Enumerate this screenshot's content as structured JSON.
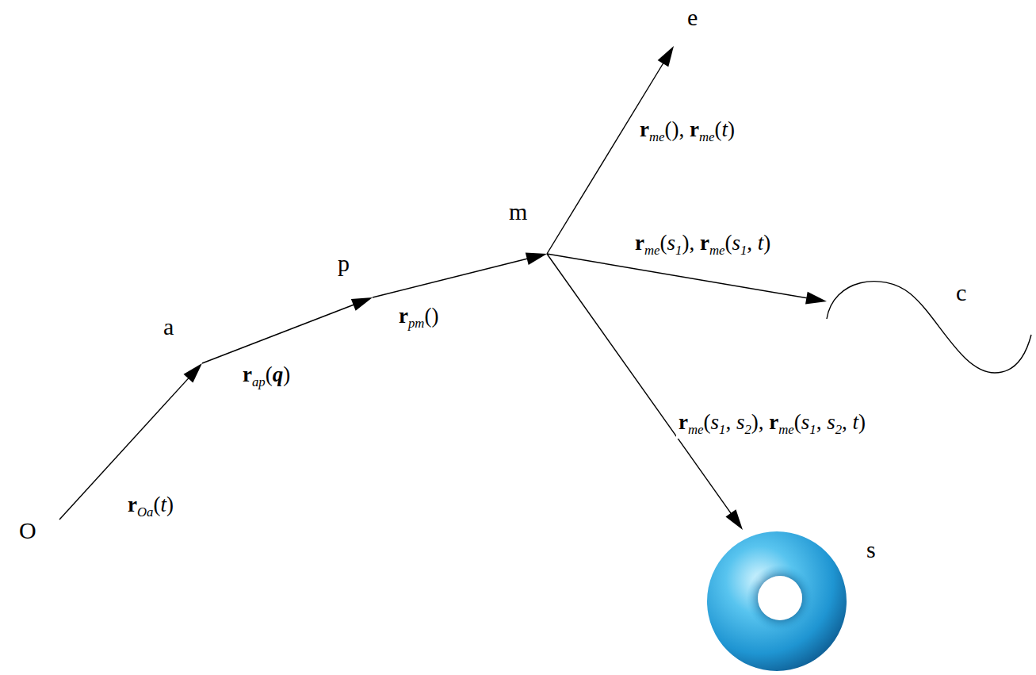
{
  "diagram": {
    "nodes": [
      {
        "text": [
          "O"
        ]
      },
      {
        "text": [
          "a"
        ]
      },
      {
        "text": [
          "p"
        ]
      },
      {
        "text": [
          "m"
        ]
      },
      {
        "text": [
          "e"
        ]
      },
      {
        "text": [
          "c"
        ]
      },
      {
        "text": [
          "s"
        ]
      }
    ],
    "edges": [
      {
        "from": 0,
        "to": 1,
        "arrow": "to",
        "label": "rOa(t)"
      },
      {
        "from": 1,
        "to": 2,
        "arrow": "to",
        "label": "rap(q)"
      },
      {
        "from": 2,
        "to": 3,
        "arrow": "to",
        "label": "rpm()"
      },
      {
        "from": 3,
        "to": 4,
        "arrow": "to",
        "label": "rme(), rme(t)"
      },
      {
        "from": 3,
        "to": 5,
        "arrow": "to",
        "label": "rme(s1), rme(s1, t)"
      },
      {
        "from": 3,
        "to": 6,
        "arrow": "to",
        "label": "rme(s1, s2), rme(s1, s2, t)"
      }
    ]
  }
}
